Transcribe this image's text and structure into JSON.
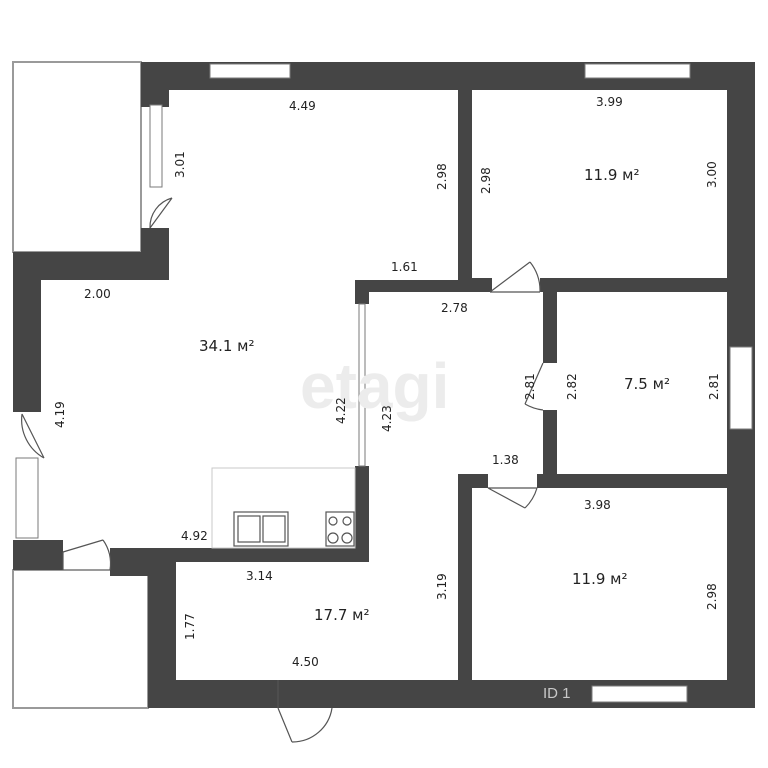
{
  "colors": {
    "wall": "#454545",
    "balcony_outline": "#9a9a9a",
    "window": "#ffffff",
    "text": "#222222",
    "watermark": "#ececec"
  },
  "watermark": "etagi",
  "id_mark": "ID 1",
  "rooms": [
    {
      "key": "living_room",
      "area": "34.1 м²"
    },
    {
      "key": "bedroom_top_right",
      "area": "11.9 м²"
    },
    {
      "key": "small_room",
      "area": "7.5 м²"
    },
    {
      "key": "bedroom_bottom_right",
      "area": "11.9 м²"
    },
    {
      "key": "hall",
      "area": "17.7 м²"
    }
  ],
  "dimensions": [
    "4.49",
    "3.01",
    "2.98",
    "1.61",
    "2.00",
    "4.19",
    "4.22",
    "3.99",
    "2.98",
    "3.00",
    "2.78",
    "4.23",
    "2.81",
    "1.38",
    "2.82",
    "2.81",
    "3.98",
    "2.98",
    "4.92",
    "3.14",
    "1.77",
    "4.50",
    "3.19"
  ],
  "fixtures": [
    "sink-icon",
    "stove-icon"
  ]
}
